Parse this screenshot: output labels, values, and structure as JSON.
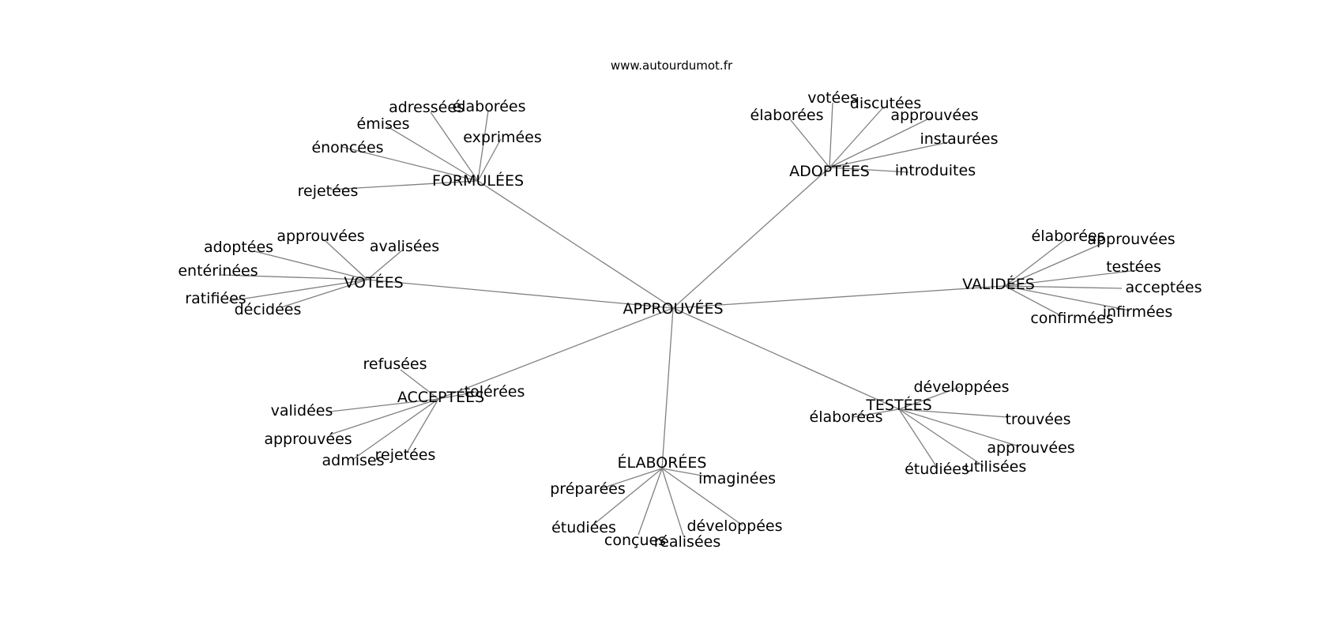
{
  "site": "www.autourdumot.fr",
  "colors": {
    "edge": "#808080",
    "text": "#000000",
    "background": "#ffffff"
  },
  "root": "APPROUVÉES",
  "clusters": [
    {
      "id": "formulees",
      "label": "FORMULÉES",
      "words": [
        "rejetées",
        "énoncées",
        "émises",
        "adressées",
        "élaborées",
        "exprimées"
      ]
    },
    {
      "id": "adoptees",
      "label": "ADOPTÉES",
      "words": [
        "élaborées",
        "votées",
        "discutées",
        "approuvées",
        "instaurées",
        "introduites"
      ]
    },
    {
      "id": "votees",
      "label": "VOTÉES",
      "words": [
        "adoptées",
        "approuvées",
        "avalisées",
        "entérinées",
        "ratifiées",
        "décidées"
      ]
    },
    {
      "id": "validees",
      "label": "VALIDÉES",
      "words": [
        "élaborées",
        "approuvées",
        "testées",
        "acceptées",
        "infirmées",
        "confirmées"
      ]
    },
    {
      "id": "acceptees",
      "label": "ACCEPTÉES",
      "words": [
        "refusées",
        "tolérées",
        "validées",
        "approuvées",
        "admises",
        "rejetées"
      ]
    },
    {
      "id": "testees",
      "label": "TESTÉES",
      "words": [
        "développées",
        "élaborées",
        "trouvées",
        "approuvées",
        "utilisées",
        "étudiées"
      ]
    },
    {
      "id": "elaborees",
      "label": "ÉLABORÉES",
      "words": [
        "préparées",
        "imaginées",
        "étudiées",
        "conçues",
        "réalisées",
        "développées"
      ]
    }
  ]
}
